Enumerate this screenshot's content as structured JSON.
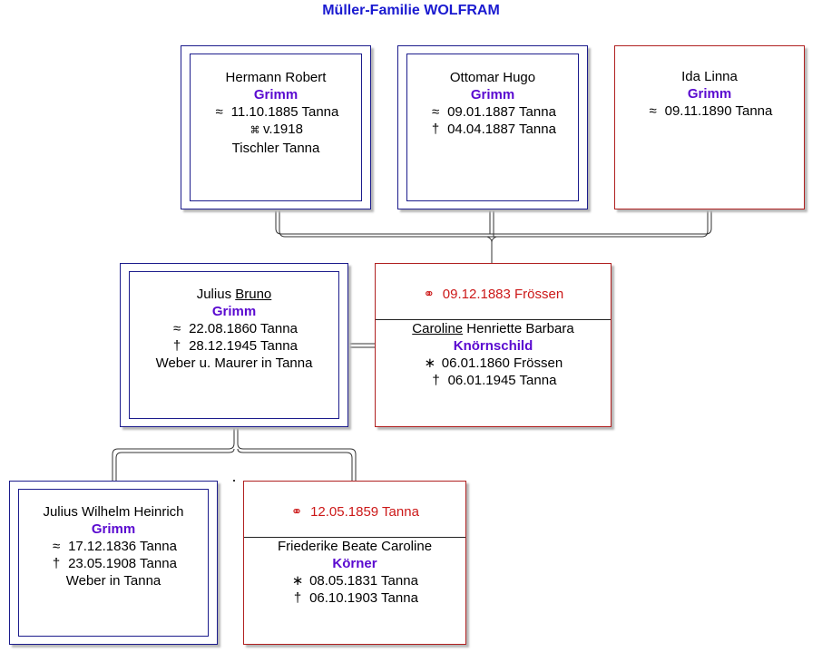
{
  "title": "Müller-Familie WOLFRAM",
  "symbols": {
    "baptism": "≈",
    "death": "†",
    "birth": "∗",
    "fallen": "⌘",
    "marriage": "⚭"
  },
  "children": [
    {
      "given": "Hermann Robert",
      "surname": "Grimm",
      "baptism": "11.10.1885 Tanna",
      "fallen": "v.1918",
      "occupation": "Tischler Tanna"
    },
    {
      "given": "Ottomar Hugo",
      "surname": "Grimm",
      "baptism": "09.01.1887 Tanna",
      "death": "04.04.1887 Tanna"
    },
    {
      "given": "Ida Linna",
      "surname": "Grimm",
      "baptism": "09.11.1890 Tanna"
    }
  ],
  "parents": {
    "father": {
      "given_first": "Julius ",
      "given_called": "Bruno",
      "surname": "Grimm",
      "baptism": "22.08.1860 Tanna",
      "death": "28.12.1945 Tanna",
      "occupation": "Weber u. Maurer in Tanna"
    },
    "marriage": "09.12.1883 Frössen",
    "mother": {
      "given_called": "Caroline",
      "given_rest": " Henriette Barbara",
      "surname": "Knörnschild",
      "birth": "06.01.1860 Frössen",
      "death": "06.01.1945 Tanna"
    }
  },
  "grandparents": {
    "father": {
      "given": "Julius Wilhelm Heinrich",
      "surname": "Grimm",
      "baptism": "17.12.1836 Tanna",
      "death": "23.05.1908 Tanna",
      "occupation": "Weber in Tanna"
    },
    "marriage": "12.05.1859 Tanna",
    "mother": {
      "given": "Friederike Beate Caroline",
      "surname": "Körner",
      "birth": "08.05.1831 Tanna",
      "death": "06.10.1903 Tanna"
    }
  },
  "colors": {
    "title": "#1a1ad0",
    "surname": "#5a0ad0",
    "male_border": "#1c1c8c",
    "female_border": "#b02020",
    "marriage_text": "#cc1818"
  }
}
